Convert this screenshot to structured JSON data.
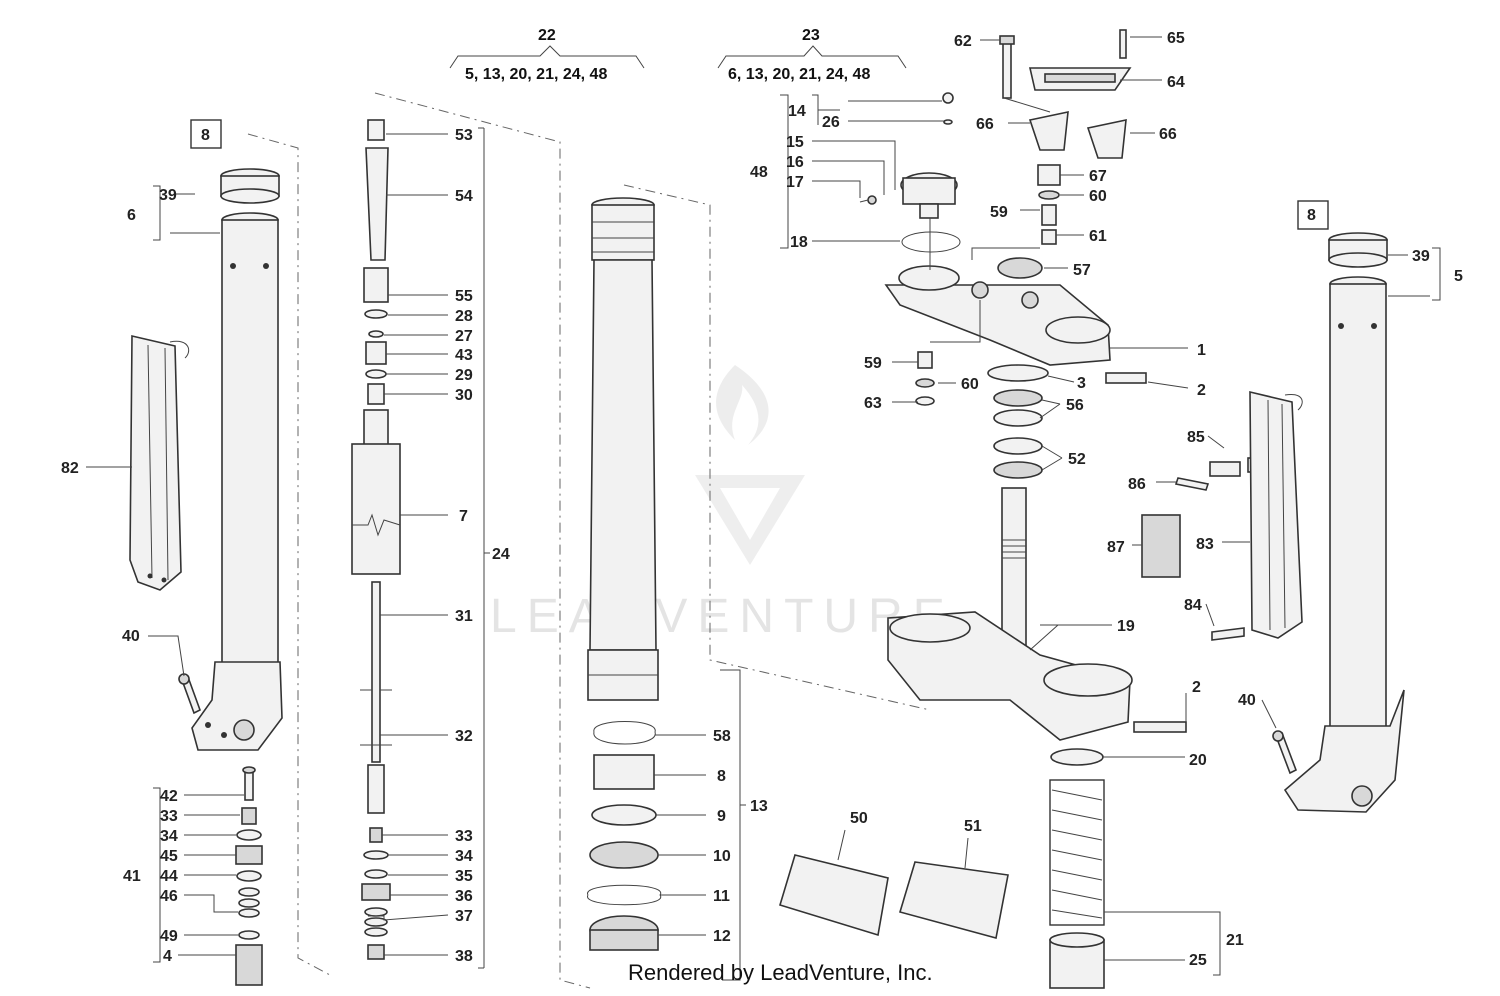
{
  "diagram": {
    "watermark": "LEADVENTURE",
    "credit": "Rendered by LeadVenture, Inc.",
    "groups": {
      "g22": {
        "number": "22",
        "parts": "5, 13, 20, 21, 24, 48"
      },
      "g23": {
        "number": "23",
        "parts": "6, 13, 20, 21, 24, 48"
      },
      "boxed_left": "8",
      "boxed_right": "8"
    },
    "callouts": {
      "c1": "1",
      "c2a": "2",
      "c2b": "2",
      "c3": "3",
      "c4": "4",
      "c5": "5",
      "c6": "6",
      "c7": "7",
      "c8": "8",
      "c9": "9",
      "c10": "10",
      "c11": "11",
      "c12": "12",
      "c13": "13",
      "c14": "14",
      "c15": "15",
      "c16": "16",
      "c17": "17",
      "c18": "18",
      "c19": "19",
      "c20": "20",
      "c21": "21",
      "c24": "24",
      "c25": "25",
      "c26": "26",
      "c27": "27",
      "c28": "28",
      "c29": "29",
      "c30": "30",
      "c31": "31",
      "c32": "32",
      "c33a": "33",
      "c33b": "33",
      "c34a": "34",
      "c34b": "34",
      "c35": "35",
      "c36": "36",
      "c37": "37",
      "c38": "38",
      "c39a": "39",
      "c39b": "39",
      "c40a": "40",
      "c40b": "40",
      "c41": "41",
      "c42": "42",
      "c43": "43",
      "c44": "44",
      "c45": "45",
      "c46": "46",
      "c48": "48",
      "c49": "49",
      "c50": "50",
      "c51": "51",
      "c52": "52",
      "c53": "53",
      "c54": "54",
      "c55": "55",
      "c56": "56",
      "c57": "57",
      "c58": "58",
      "c59a": "59",
      "c59b": "59",
      "c60a": "60",
      "c60b": "60",
      "c61": "61",
      "c62": "62",
      "c63": "63",
      "c64": "64",
      "c65": "65",
      "c66a": "66",
      "c66b": "66",
      "c67": "67",
      "c82": "82",
      "c83": "83",
      "c84": "84",
      "c85": "85",
      "c86": "86",
      "c87": "87"
    }
  }
}
